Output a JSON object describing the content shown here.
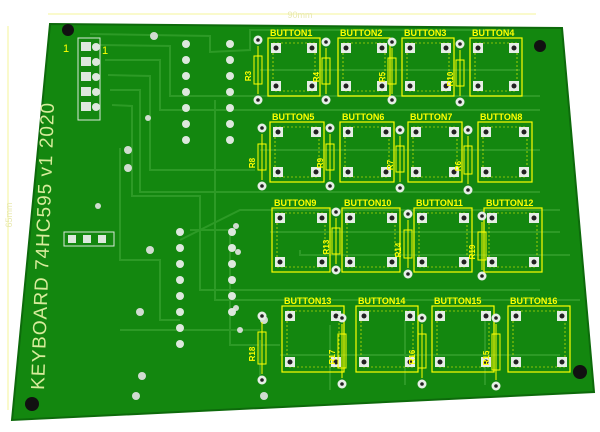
{
  "background_color": "#ffffff",
  "board": {
    "color": "#13870f",
    "edge_color": "#0d6a0b",
    "trace_color": "#2d9a26",
    "silk_color": "#ffff00",
    "silk_text_color": "#d8ec9c",
    "title": "KEYBOARD 74HC595 v1 2020",
    "pin1_label": "1",
    "pin1_label_right": "1",
    "dim_width_label": "90mm",
    "dim_height_label": "65mm"
  },
  "buttons": [
    "BUTTON1",
    "BUTTON2",
    "BUTTON3",
    "BUTTON4",
    "BUTTON5",
    "BUTTON6",
    "BUTTON7",
    "BUTTON8",
    "BUTTON9",
    "BUTTON10",
    "BUTTON11",
    "BUTTON12",
    "BUTTON13",
    "BUTTON14",
    "BUTTON15",
    "BUTTON16"
  ],
  "resistors": [
    "R3",
    "R4",
    "R5",
    "R10",
    "R8",
    "R9",
    "R7",
    "R6",
    "R13",
    "R14",
    "R19",
    "R18",
    "R17",
    "R16",
    "R15"
  ]
}
